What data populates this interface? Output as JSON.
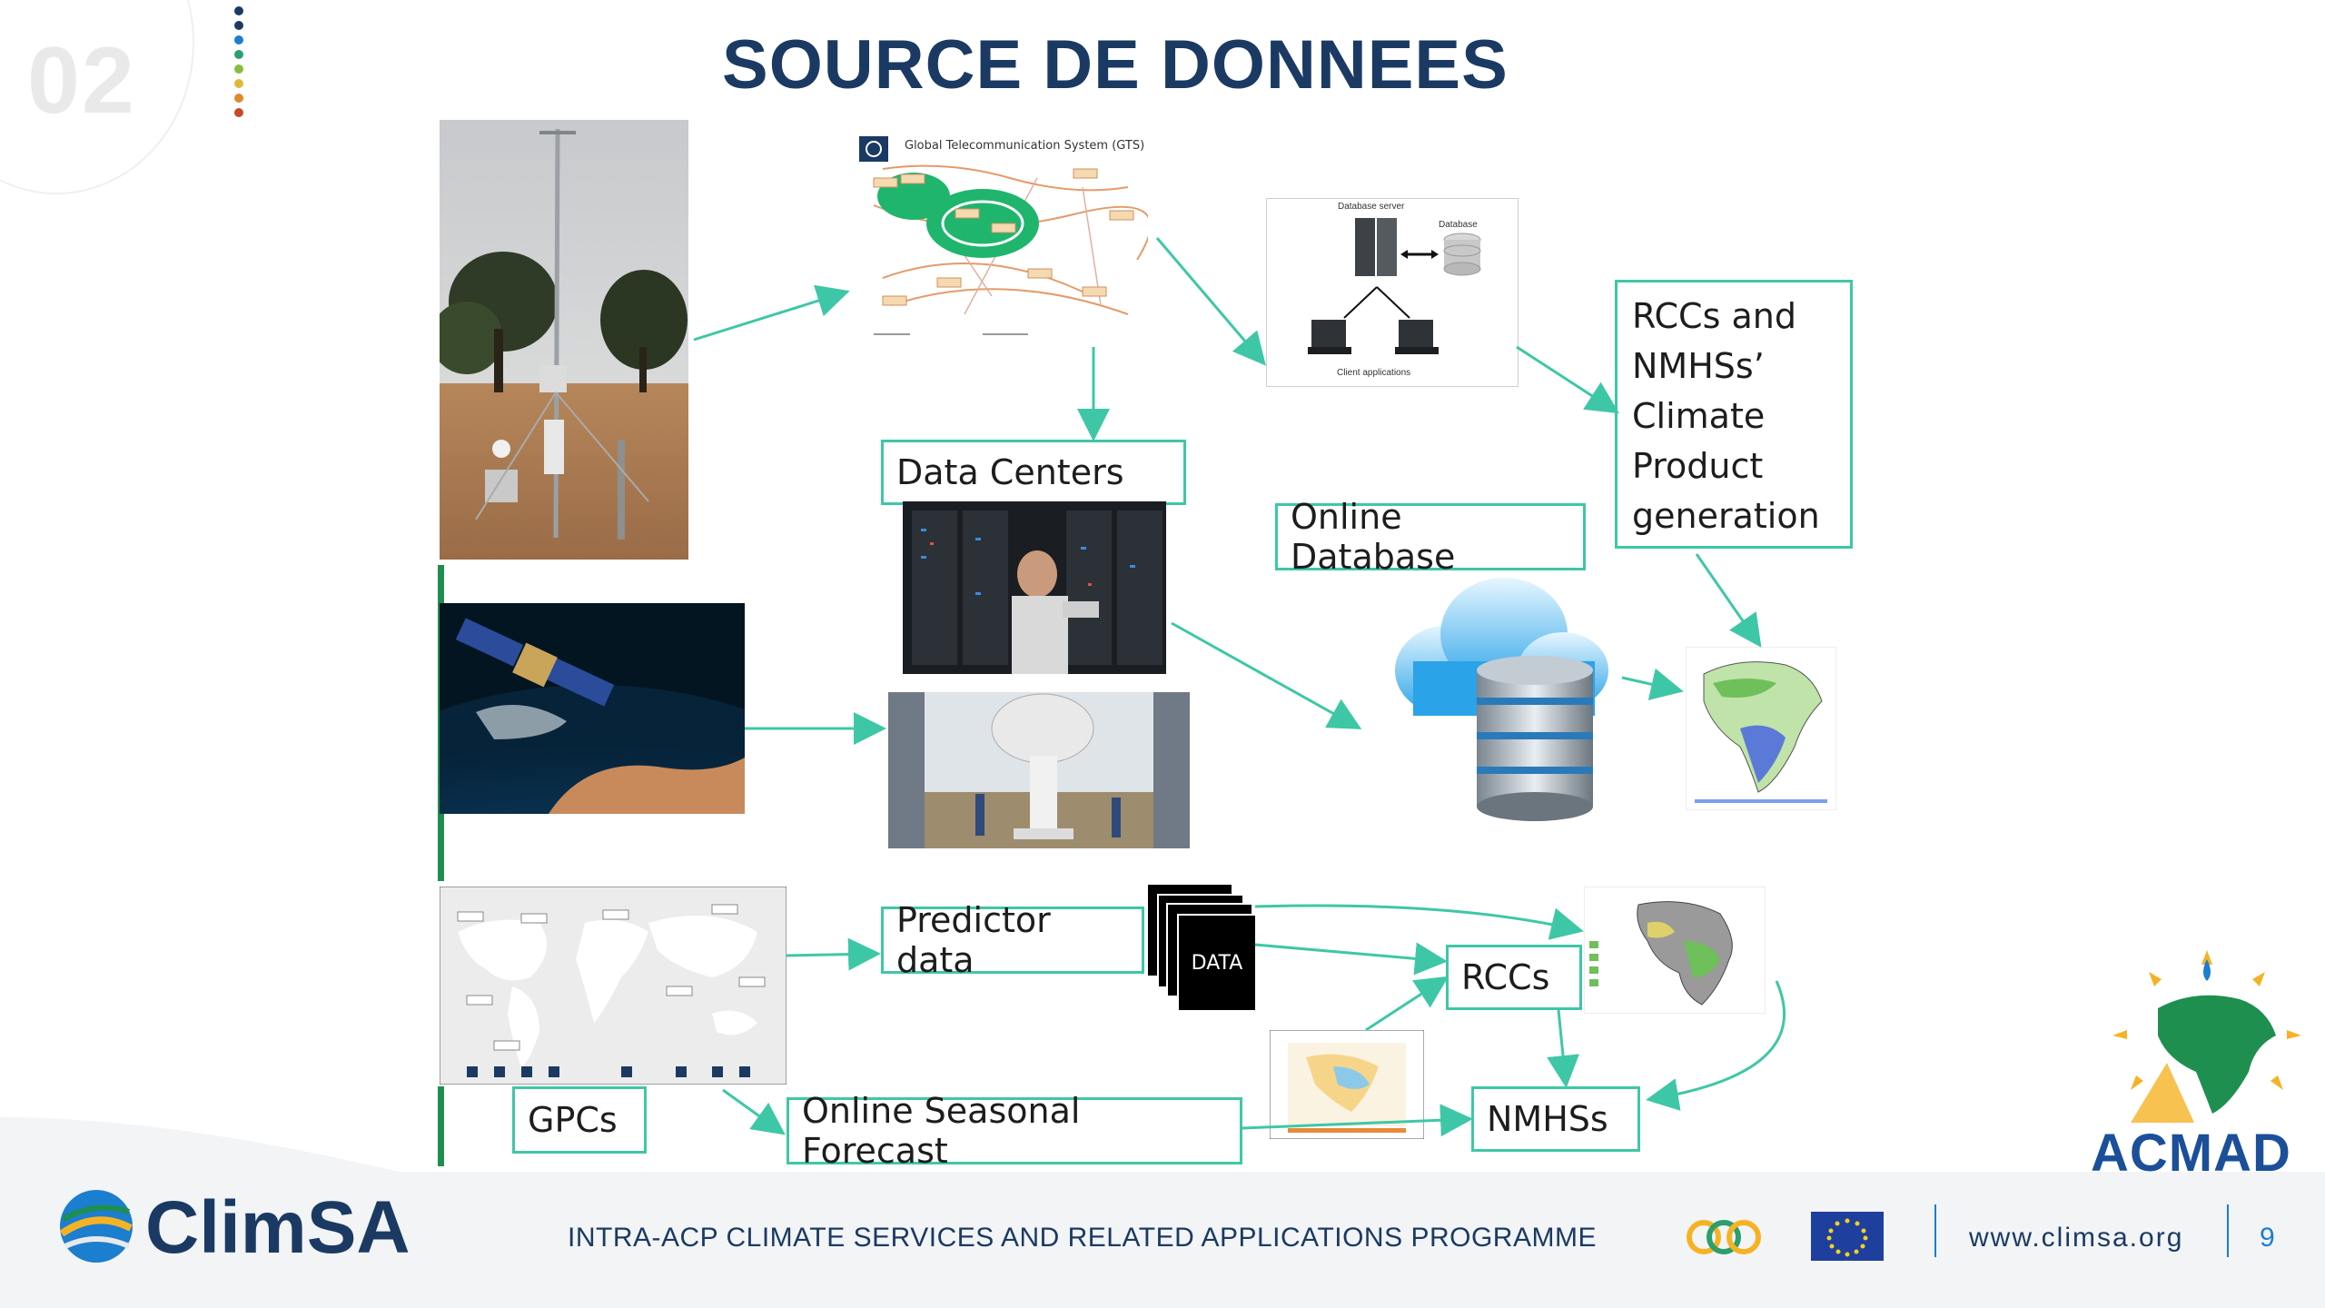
{
  "header": {
    "section_number": "02",
    "title": "SOURCE DE DONNEES"
  },
  "diagram": {
    "gts_caption": "Global Telecommunication System (GTS)",
    "db_server_label": "Database server",
    "db_label": "Database",
    "client_apps_label": "Client applications",
    "boxes": {
      "data_centers": "Data Centers",
      "online_database": "Online Database",
      "rccs_nmhss_product": [
        "RCCs and",
        "NMHSs’",
        "Climate",
        "Product",
        "generation"
      ],
      "predictor_data": "Predictor data",
      "data_stack": "DATA",
      "rccs": "RCCs",
      "nmhss": "NMHSs",
      "gpcs": "GPCs",
      "online_seasonal_forecast": "Online Seasonal Forecast"
    }
  },
  "footer": {
    "brand": "ClimSA",
    "programme": "INTRA-ACP CLIMATE SERVICES AND RELATED APPLICATIONS PROGRAMME",
    "url": "www.climsa.org",
    "page": "9",
    "partner_logo": "ACMAD"
  },
  "colors": {
    "accent_green": "#3ec7a6",
    "title_navy": "#1b3a63",
    "page_blue": "#1b7ecf",
    "side_bar_green": "#1e8f4e"
  },
  "icons": [
    "section-dots-icon",
    "server-icon",
    "database-cylinder-icon",
    "laptop-icon",
    "cloud-database-icon",
    "satellite-icon",
    "eu-flag-icon",
    "acp-logo-icon",
    "globe-logo-icon",
    "africa-logo-icon"
  ]
}
